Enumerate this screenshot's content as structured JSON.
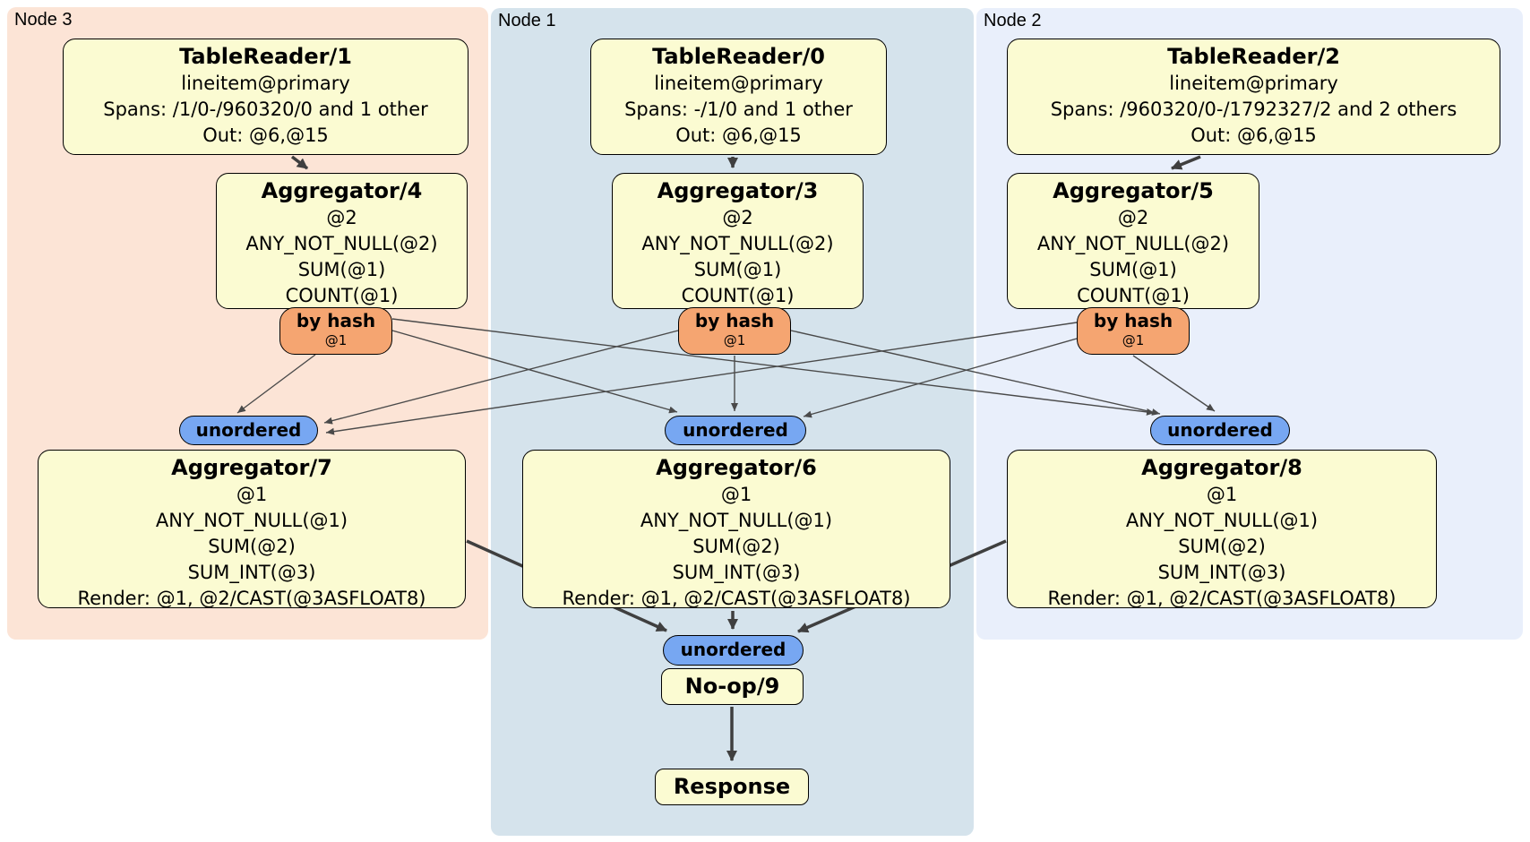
{
  "diagram": {
    "nodes": [
      {
        "label": "Node 3",
        "tablereader": {
          "title": "TableReader/1",
          "lines": [
            "lineitem@primary",
            "Spans: /1/0-/960320/0 and 1 other",
            "Out: @6,@15"
          ]
        },
        "aggregator_pre": {
          "title": "Aggregator/4",
          "lines": [
            "@2",
            "ANY_NOT_NULL(@2)",
            "SUM(@1)",
            "COUNT(@1)"
          ]
        },
        "router": {
          "label": "by hash",
          "key": "@1"
        },
        "sync": {
          "label": "unordered"
        },
        "aggregator_post": {
          "title": "Aggregator/7",
          "lines": [
            "@1",
            "ANY_NOT_NULL(@1)",
            "SUM(@2)",
            "SUM_INT(@3)",
            "Render: @1, @2/CAST(@3ASFLOAT8)"
          ]
        }
      },
      {
        "label": "Node 1",
        "tablereader": {
          "title": "TableReader/0",
          "lines": [
            "lineitem@primary",
            "Spans: -/1/0 and 1 other",
            "Out: @6,@15"
          ]
        },
        "aggregator_pre": {
          "title": "Aggregator/3",
          "lines": [
            "@2",
            "ANY_NOT_NULL(@2)",
            "SUM(@1)",
            "COUNT(@1)"
          ]
        },
        "router": {
          "label": "by hash",
          "key": "@1"
        },
        "sync": {
          "label": "unordered"
        },
        "aggregator_post": {
          "title": "Aggregator/6",
          "lines": [
            "@1",
            "ANY_NOT_NULL(@1)",
            "SUM(@2)",
            "SUM_INT(@3)",
            "Render: @1, @2/CAST(@3ASFLOAT8)"
          ]
        }
      },
      {
        "label": "Node 2",
        "tablereader": {
          "title": "TableReader/2",
          "lines": [
            "lineitem@primary",
            "Spans: /960320/0-/1792327/2 and 2 others",
            "Out: @6,@15"
          ]
        },
        "aggregator_pre": {
          "title": "Aggregator/5",
          "lines": [
            "@2",
            "ANY_NOT_NULL(@2)",
            "SUM(@1)",
            "COUNT(@1)"
          ]
        },
        "router": {
          "label": "by hash",
          "key": "@1"
        },
        "sync": {
          "label": "unordered"
        },
        "aggregator_post": {
          "title": "Aggregator/8",
          "lines": [
            "@1",
            "ANY_NOT_NULL(@1)",
            "SUM(@2)",
            "SUM_INT(@3)",
            "Render: @1, @2/CAST(@3ASFLOAT8)"
          ]
        }
      }
    ],
    "final": {
      "sync_label": "unordered",
      "noop_title": "No-op/9",
      "response_title": "Response"
    }
  },
  "colors": {
    "node3_bg": "#fce4d6",
    "node1_bg": "#d5e3ec",
    "node2_bg": "#e9effb",
    "processor_fill": "#fbfbd2",
    "router_fill": "#f5a571",
    "sync_fill": "#77a7f2",
    "edge_thin": "#4a4a4a",
    "edge_thick": "#3f3f3f"
  }
}
